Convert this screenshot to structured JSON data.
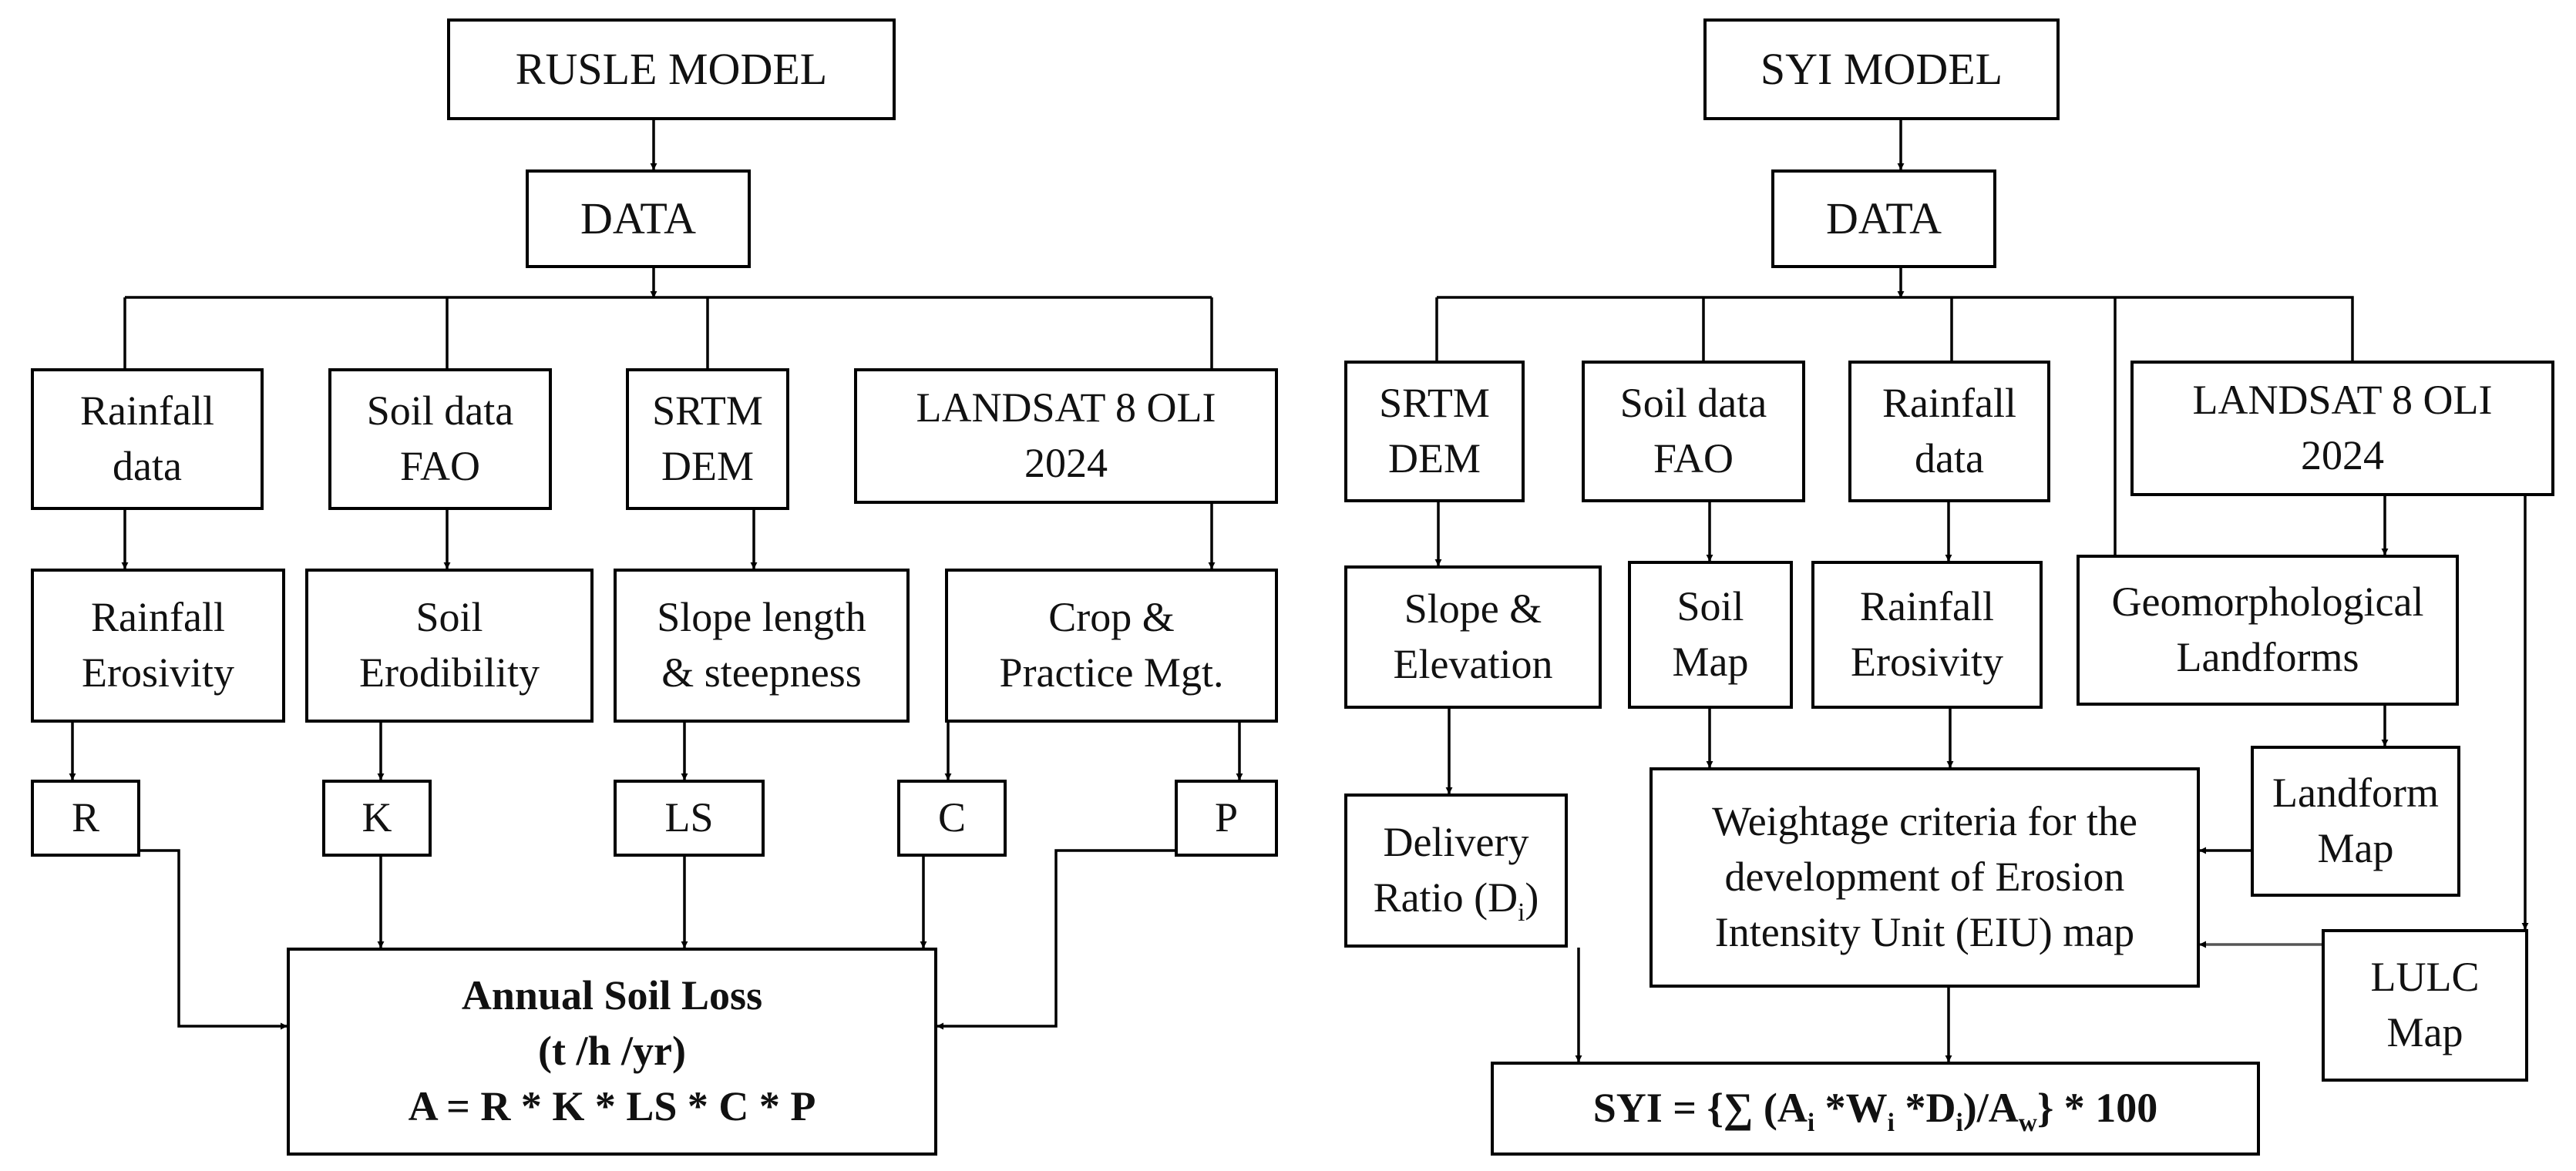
{
  "rusle": {
    "title": "RUSLE MODEL",
    "data": "DATA",
    "inputs": {
      "rainfall": [
        "Rainfall",
        "data"
      ],
      "soil": [
        "Soil data",
        "FAO"
      ],
      "srtm": [
        "SRTM",
        "DEM"
      ],
      "landsat": [
        "LANDSAT 8 OLI",
        "2024"
      ]
    },
    "derived": {
      "erosivity": [
        "Rainfall",
        "Erosivity"
      ],
      "erodibility": [
        "Soil",
        "Erodibility"
      ],
      "slope": [
        "Slope length",
        "& steepness"
      ],
      "crop": [
        "Crop &",
        "Practice Mgt."
      ]
    },
    "factors": {
      "r": "R",
      "k": "K",
      "ls": "LS",
      "c": "C",
      "p": "P"
    },
    "result": [
      "Annual Soil Loss",
      "(t /h /yr)",
      "A = R * K * LS * C * P"
    ]
  },
  "syi": {
    "title": "SYI MODEL",
    "data": "DATA",
    "inputs": {
      "srtm": [
        "SRTM",
        "DEM"
      ],
      "soil": [
        "Soil data",
        "FAO"
      ],
      "rainfall": [
        "Rainfall",
        "data"
      ],
      "landsat": [
        "LANDSAT 8 OLI",
        "2024"
      ]
    },
    "derived": {
      "slope": [
        "Slope &",
        "Elevation"
      ],
      "soilmap": [
        "Soil",
        "Map"
      ],
      "erosivity": [
        "Rainfall",
        "Erosivity"
      ],
      "geomorph": [
        "Geomorphological",
        "Landforms"
      ],
      "landform": [
        "Landform",
        "Map"
      ],
      "lulc": [
        "LULC",
        "Map"
      ]
    },
    "delivery": {
      "line1": "Delivery",
      "line2_main": "Ratio (D",
      "line2_sub": "i",
      "line2_end": ")"
    },
    "weightage": [
      "Weightage criteria for the",
      "development of Erosion",
      "Intensity Unit (EIU) map"
    ],
    "formula": {
      "p1": "SYI = {∑ (A",
      "s1": "i",
      "p2": " *W",
      "s2": "i",
      "p3": " *D",
      "s3": "i",
      "p4": ")/A",
      "s4": "w",
      "p5": "} * 100"
    }
  }
}
